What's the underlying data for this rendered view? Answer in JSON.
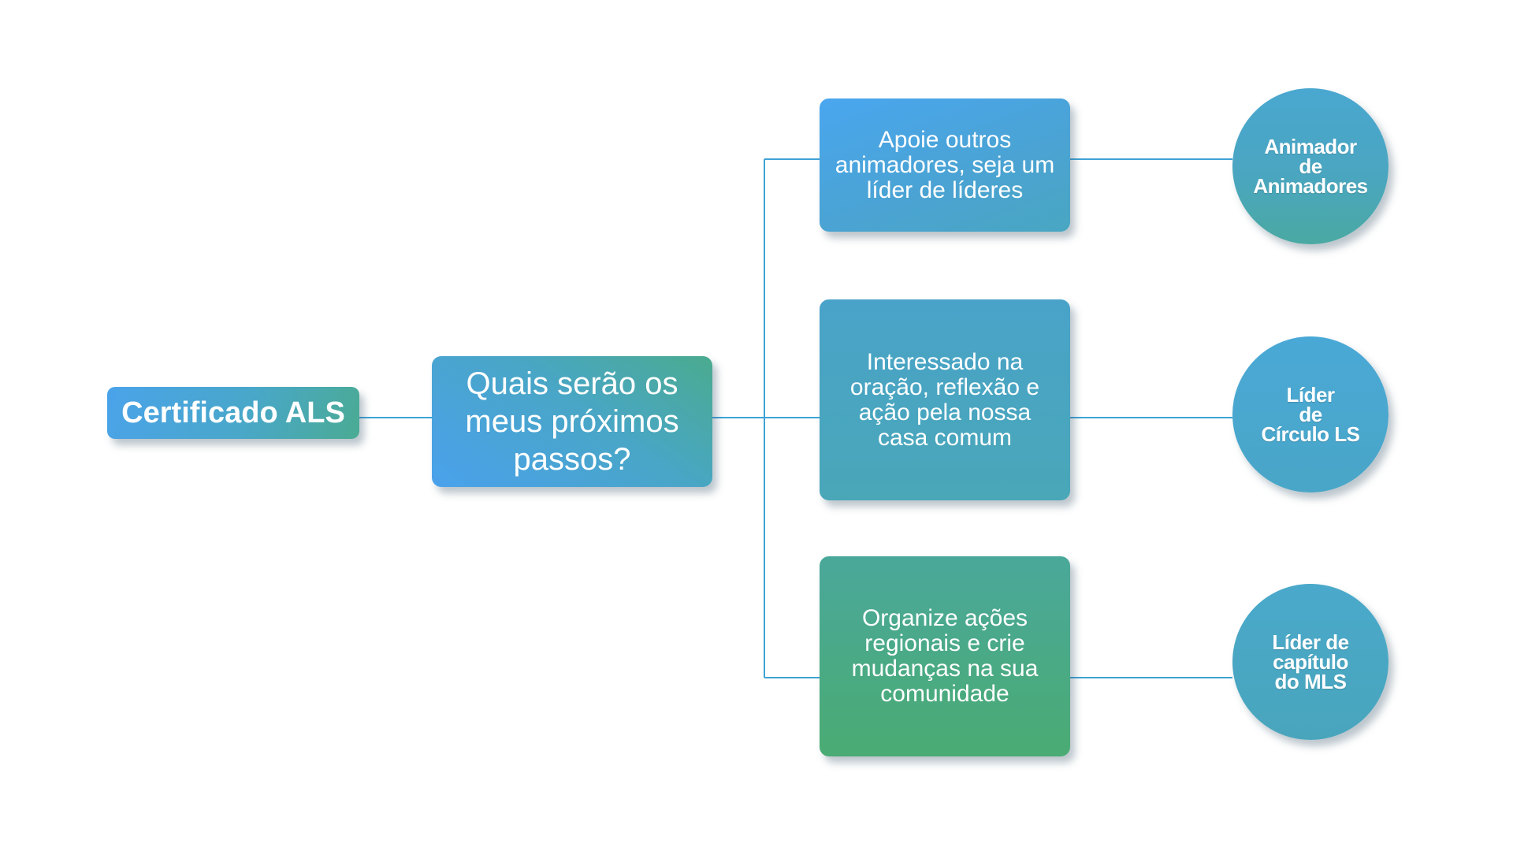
{
  "diagram": {
    "root": {
      "label": "Certificado ALS"
    },
    "question": {
      "label": "Quais serão os meus próximos passos?"
    },
    "options": [
      {
        "label": "Apoie outros animadores, seja um líder de líderes",
        "outcome": "Animador\nde\nAnimadores"
      },
      {
        "label": "Interessado na oração, reflexão e ação pela nossa casa comum",
        "outcome": "Líder\nde\nCírculo LS"
      },
      {
        "label": "Organize ações regionais e crie mudanças na sua comunidade",
        "outcome": "Líder de\ncapítulo\ndo MLS"
      }
    ],
    "colors": {
      "connector": "#3fa3d6",
      "text": "#ffffff",
      "background": "#ffffff"
    }
  }
}
